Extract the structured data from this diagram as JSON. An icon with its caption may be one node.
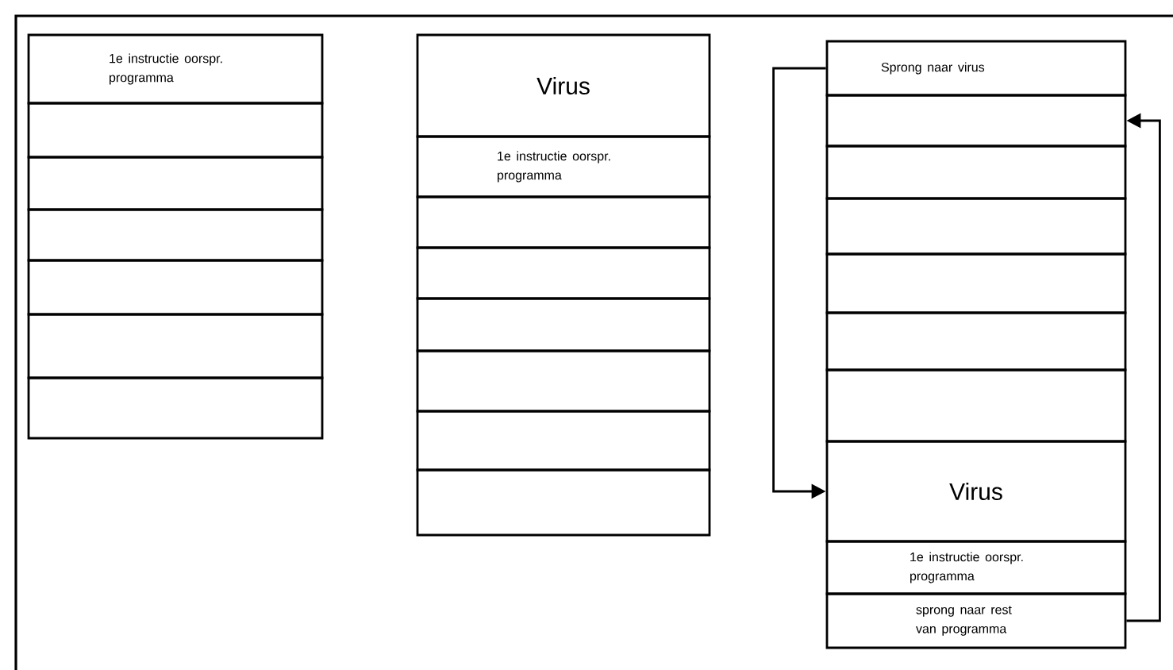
{
  "diagram": {
    "nodes": [
      {
        "text": [
          "1e instructie oorspr. programma"
        ]
      },
      {
        "text": [],
        "shape": "box"
      },
      {
        "text": [],
        "shape": "box"
      },
      {
        "text": [],
        "shape": "box"
      },
      {
        "text": [],
        "shape": "box"
      },
      {
        "text": [],
        "shape": "box"
      },
      {
        "text": [],
        "shape": "box"
      },
      {
        "text": [
          "Virus"
        ]
      },
      {
        "text": [
          "1e instructie oorspr. programma"
        ]
      },
      {
        "text": [],
        "shape": "box"
      },
      {
        "text": [],
        "shape": "box"
      },
      {
        "text": [],
        "shape": "box"
      },
      {
        "text": [],
        "shape": "box"
      },
      {
        "text": [],
        "shape": "box"
      },
      {
        "text": [],
        "shape": "box"
      },
      {
        "text": [
          "Sprong naar virus"
        ]
      },
      {
        "text": [],
        "shape": "box"
      },
      {
        "text": [],
        "shape": "box"
      },
      {
        "text": [],
        "shape": "box"
      },
      {
        "text": [],
        "shape": "box"
      },
      {
        "text": [],
        "shape": "box"
      },
      {
        "text": [],
        "shape": "box"
      },
      {
        "text": [
          "Virus"
        ]
      },
      {
        "text": [
          "1e instructie oorspr. programma"
        ]
      },
      {
        "text": [
          "sprong naar rest van programma"
        ]
      }
    ],
    "edges": [
      {
        "from": 15,
        "to": 22,
        "arrow": "to"
      },
      {
        "from": 24,
        "to": 16,
        "arrow": "to"
      }
    ]
  }
}
